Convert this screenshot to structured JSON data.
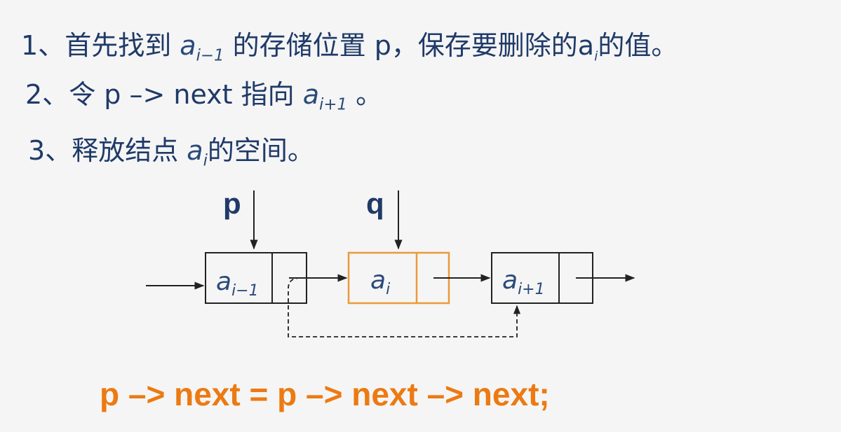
{
  "steps": [
    {
      "number": "1、",
      "text_a": "首先找到 ",
      "math_base": "a",
      "math_sub": "i−1",
      "text_b": " 的存储位置 p，保存要删除的a",
      "sub_small": "i",
      "text_c": "的值。"
    },
    {
      "number": "2、",
      "text_a": "令 p –> next 指向 ",
      "math_base": "a",
      "math_sub": "i+1",
      "text_b": " 。"
    },
    {
      "number": "3、",
      "text_a": "释放结点 ",
      "math_base": "a",
      "math_sub": "i",
      "text_b": "的空间。"
    }
  ],
  "diagram": {
    "pointer_p": "p",
    "pointer_q": "q",
    "nodes": [
      {
        "base": "a",
        "sub": "i−1",
        "highlighted": false
      },
      {
        "base": "a",
        "sub": "i",
        "highlighted": true
      },
      {
        "base": "a",
        "sub": "i+1",
        "highlighted": false
      }
    ],
    "colors": {
      "border": "#222222",
      "highlight": "#ec9a3a",
      "code": "#ec7a12",
      "text": "#1f3a68"
    }
  },
  "code": "p –> next = p –> next –> next;"
}
